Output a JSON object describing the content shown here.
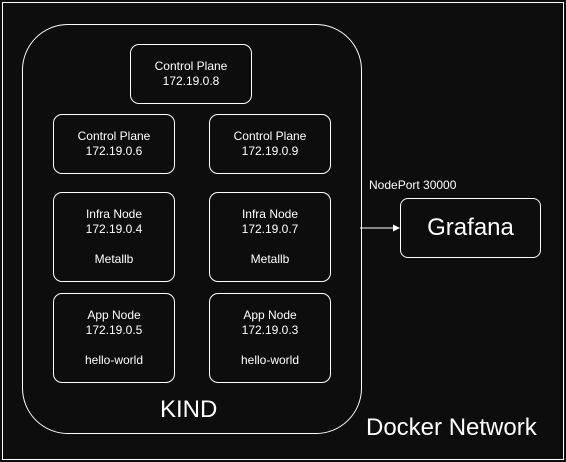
{
  "network": {
    "label": "Docker Network"
  },
  "cluster": {
    "label": "KIND"
  },
  "nodes": [
    {
      "role": "Control Plane",
      "ip": "172.19.0.8"
    },
    {
      "role": "Control Plane",
      "ip": "172.19.0.6"
    },
    {
      "role": "Control Plane",
      "ip": "172.19.0.9"
    },
    {
      "role": "Infra Node",
      "ip": "172.19.0.4",
      "workload": "Metallb"
    },
    {
      "role": "Infra Node",
      "ip": "172.19.0.7",
      "workload": "Metallb"
    },
    {
      "role": "App Node",
      "ip": "172.19.0.5",
      "workload": "hello-world"
    },
    {
      "role": "App Node",
      "ip": "172.19.0.3",
      "workload": "hello-world"
    }
  ],
  "service": {
    "label": "Grafana"
  },
  "connection": {
    "label": "NodePort 30000"
  },
  "colors": {
    "background": "#0d0d0d",
    "stroke": "#ffffff",
    "text": "#ffffff"
  }
}
